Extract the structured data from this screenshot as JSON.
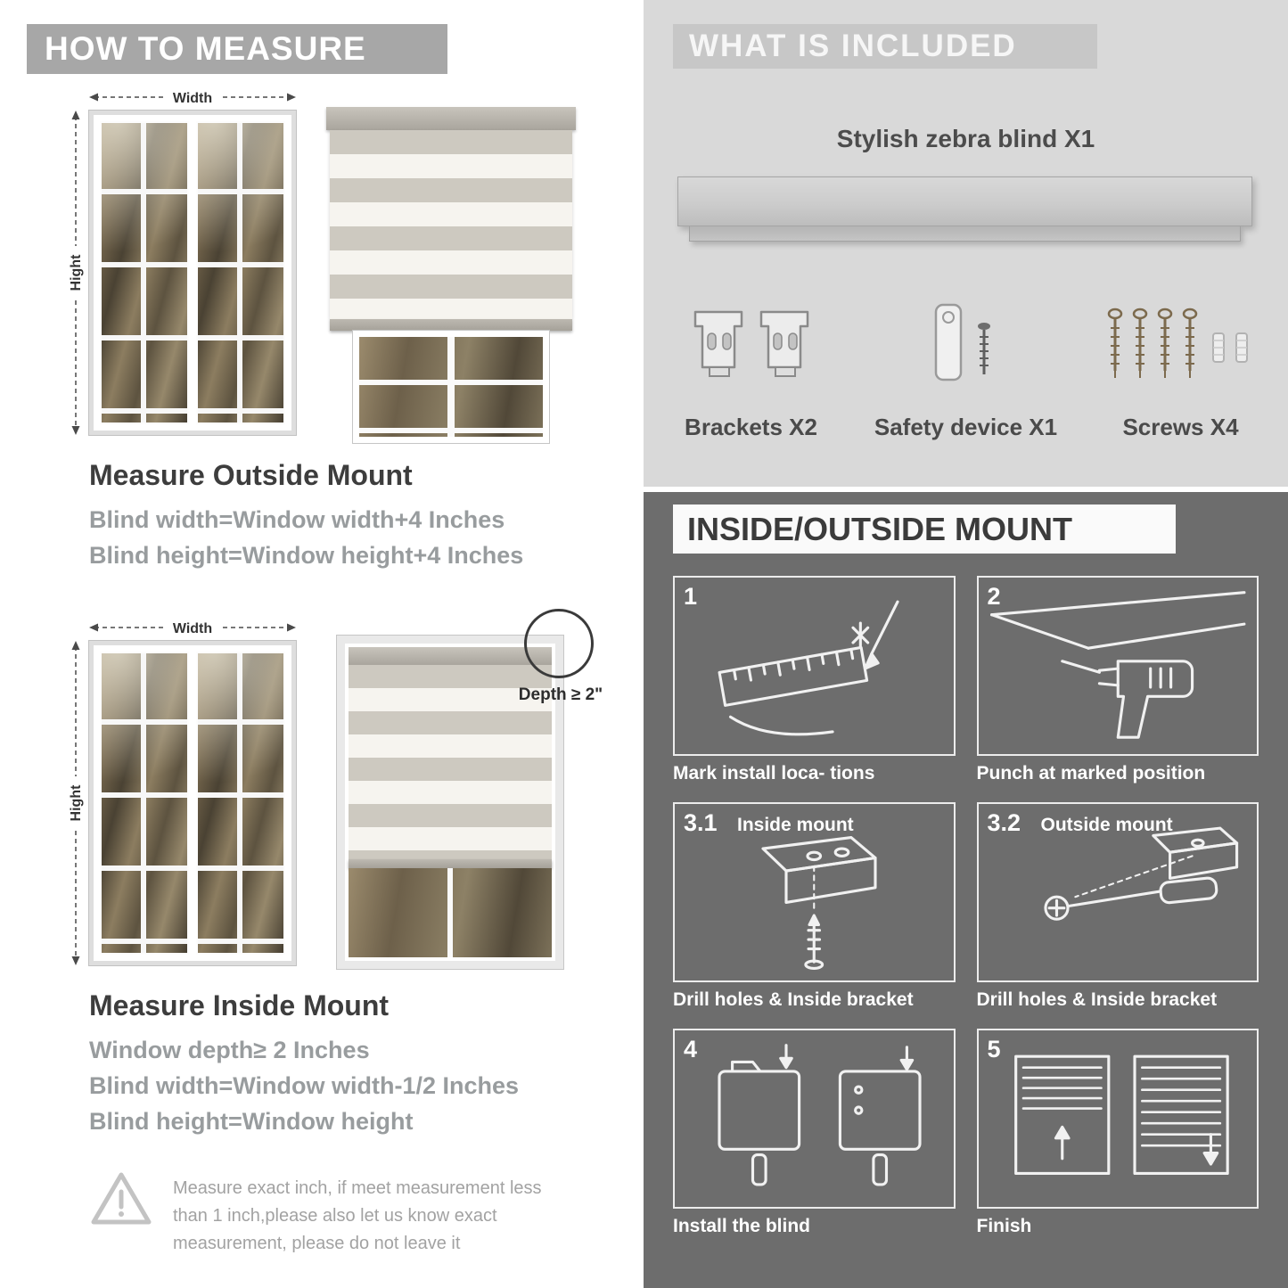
{
  "left": {
    "header": "HOW TO MEASURE",
    "labels": {
      "width": "Width",
      "height": "Hight"
    },
    "outside": {
      "title": "Measure Outside Mount",
      "line1": "Blind width=Window width+4 Inches",
      "line2": "Blind height=Window height+4 Inches"
    },
    "inside": {
      "title": "Measure Inside Mount",
      "depth_label": "Depth ≥ 2\"",
      "line1": "Window depth≥ 2 Inches",
      "line2": "Blind width=Window width-1/2 Inches",
      "line3": "Blind height=Window height"
    },
    "warning_text": "Measure exact inch, if meet measurement less than 1 inch,please also let us know exact measurement, please do not leave it"
  },
  "right": {
    "included": {
      "header": "WHAT IS INCLUDED",
      "blind_label": "Stylish zebra blind X1",
      "brackets_label": "Brackets X2",
      "safety_label": "Safety device X1",
      "screws_label": "Screws X4"
    },
    "mount": {
      "header": "INSIDE/OUTSIDE MOUNT",
      "steps": [
        {
          "num": "1",
          "title": "",
          "caption": "Mark install loca- tions"
        },
        {
          "num": "2",
          "title": "",
          "caption": "Punch at  marked position"
        },
        {
          "num": "3.1",
          "title": "Inside mount",
          "caption": "Drill holes &  Inside bracket"
        },
        {
          "num": "3.2",
          "title": "Outside mount",
          "caption": "Drill holes &  Inside bracket"
        },
        {
          "num": "4",
          "title": "",
          "caption": "Install the blind"
        },
        {
          "num": "5",
          "title": "",
          "caption": "Finish"
        }
      ]
    }
  }
}
